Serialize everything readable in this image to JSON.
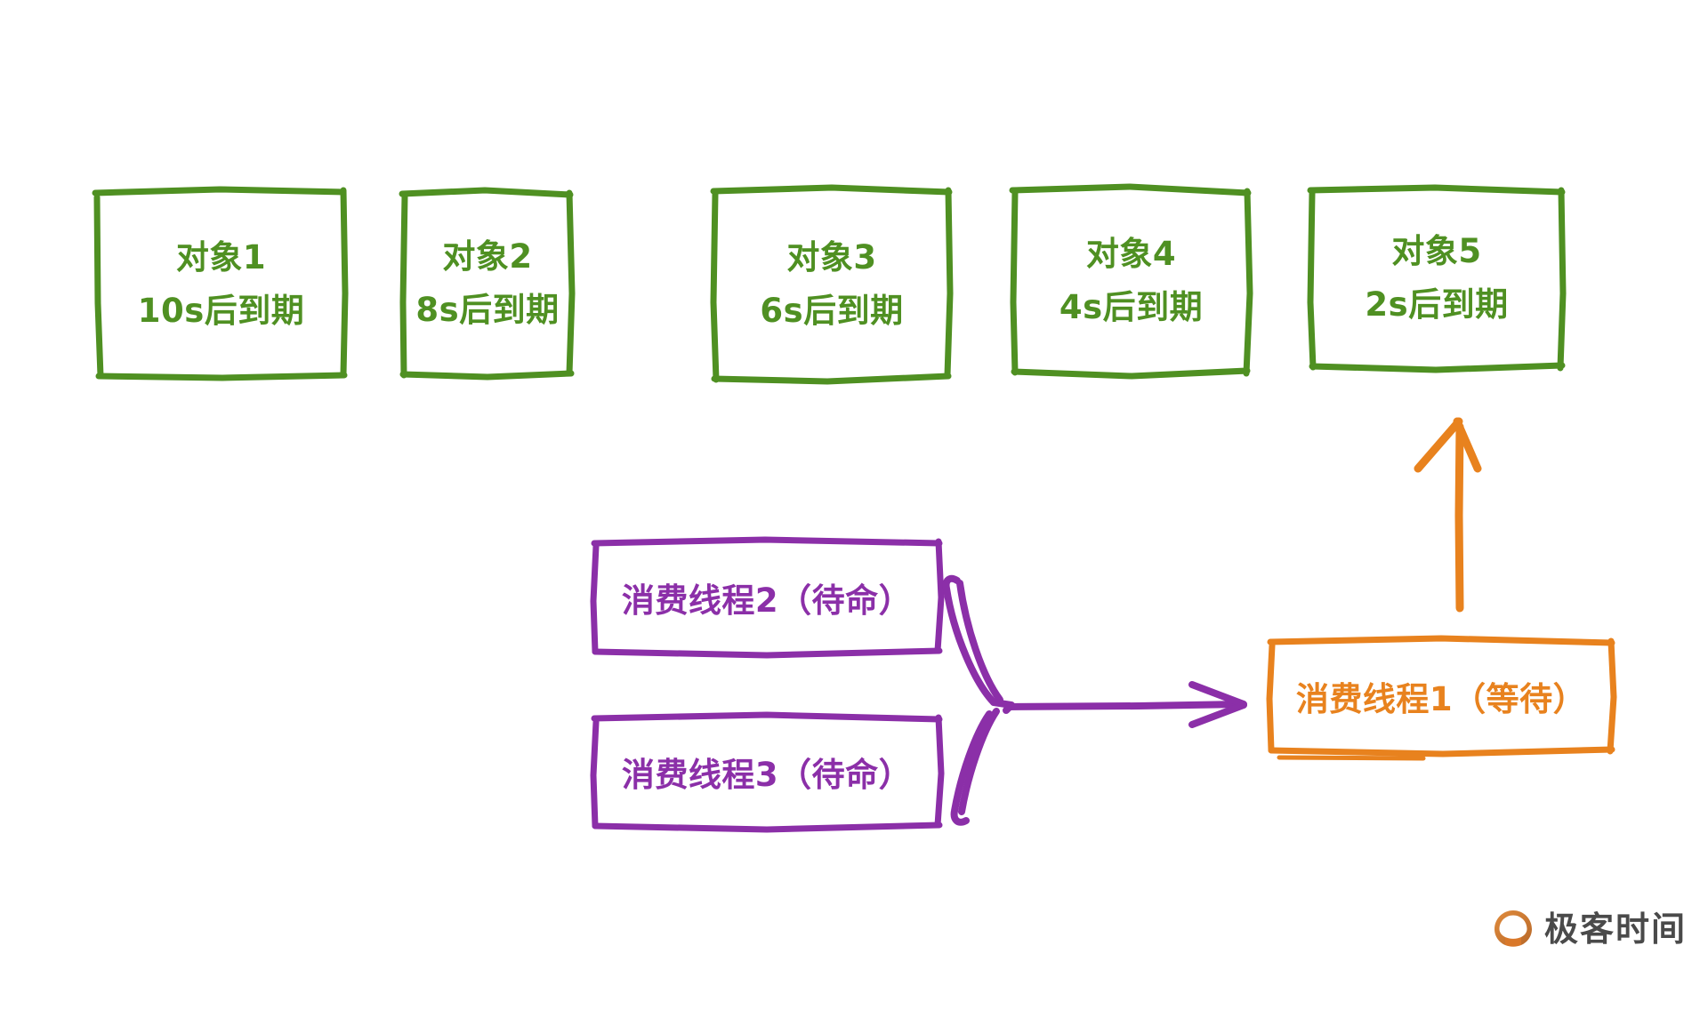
{
  "diagram": {
    "title": "DelayQueue consumer thread illustration",
    "background_color": "#ffffff",
    "colors": {
      "object_green": "#4f9022",
      "thread_purple": "#8b2fa8",
      "waiting_orange": "#e8821e",
      "watermark_gray": "#4a4a4a",
      "watermark_orange": "#d9782a"
    },
    "objects": [
      {
        "name": "对象1",
        "expiry": "10s后到期"
      },
      {
        "name": "对象2",
        "expiry": "8s后到期"
      },
      {
        "name": "对象3",
        "expiry": "6s后到期"
      },
      {
        "name": "对象4",
        "expiry": "4s后到期"
      },
      {
        "name": "对象5",
        "expiry": "2s后到期"
      }
    ],
    "standby_threads": [
      {
        "label": "消费线程2（待命）"
      },
      {
        "label": "消费线程3（待命）"
      }
    ],
    "waiting_thread": {
      "label": "消费线程1（等待）"
    },
    "connectors": [
      {
        "name": "brace-to-waiting-thread",
        "color": "#8b2fa8",
        "kind": "brace-arrow",
        "direction": "right"
      },
      {
        "name": "waiting-thread-to-object5",
        "color": "#e8821e",
        "kind": "arrow",
        "direction": "up"
      }
    ]
  },
  "watermark": {
    "text": "极客时间",
    "logo_icon": "geektime-logo-icon"
  }
}
